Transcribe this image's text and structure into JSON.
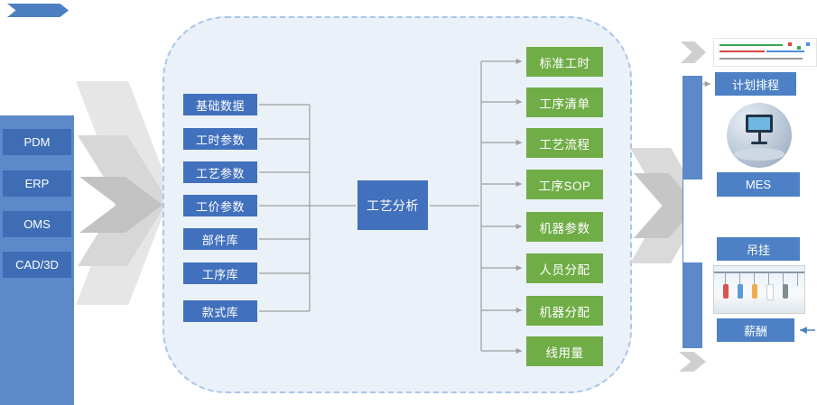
{
  "left_rail": {
    "items": [
      "PDM",
      "ERP",
      "OMS",
      "CAD/3D"
    ]
  },
  "center": {
    "inputs": [
      "基础数据",
      "工时参数",
      "工艺参数",
      "工价参数",
      "部件库",
      "工序库",
      "款式库"
    ],
    "process": "工艺分析",
    "outputs": [
      "标准工时",
      "工序清单",
      "工艺流程",
      "工序SOP",
      "机器参数",
      "人员分配",
      "机器分配",
      "线用量"
    ]
  },
  "right_rail": {
    "items": [
      "计划排程",
      "MES",
      "吊挂",
      "薪酬"
    ]
  },
  "images": {
    "top_schematic": "line-layout-schematic",
    "circle_photo": "factory-monitor-photo",
    "bottom_photo": "hanging-line-photo"
  },
  "colors": {
    "blue_box": "#4170bd",
    "rail_blue": "#5b89c9",
    "right_box_blue": "#4d80c4",
    "green_box": "#70ad47",
    "panel_fill": "#eaf1f9",
    "panel_border": "#a9c6e8",
    "connector": "#9f9f9f",
    "chevron_gray": "#d7d7d7"
  }
}
